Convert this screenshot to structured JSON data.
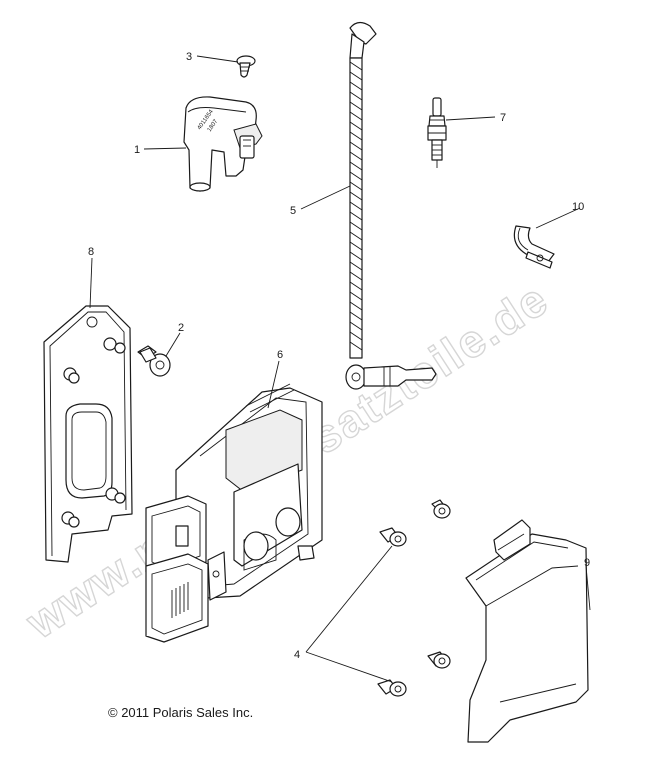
{
  "watermark": "www.polarisersatzteile.de",
  "copyright": "© 2011 Polaris Sales Inc.",
  "coil_marking": [
    "4011654",
    "1807"
  ],
  "callouts": [
    {
      "id": "1",
      "label": "1"
    },
    {
      "id": "2",
      "label": "2"
    },
    {
      "id": "3",
      "label": "3"
    },
    {
      "id": "4",
      "label": "4"
    },
    {
      "id": "5",
      "label": "5"
    },
    {
      "id": "6",
      "label": "6"
    },
    {
      "id": "7",
      "label": "7"
    },
    {
      "id": "8",
      "label": "8"
    },
    {
      "id": "9",
      "label": "9"
    },
    {
      "id": "10",
      "label": "10"
    }
  ]
}
